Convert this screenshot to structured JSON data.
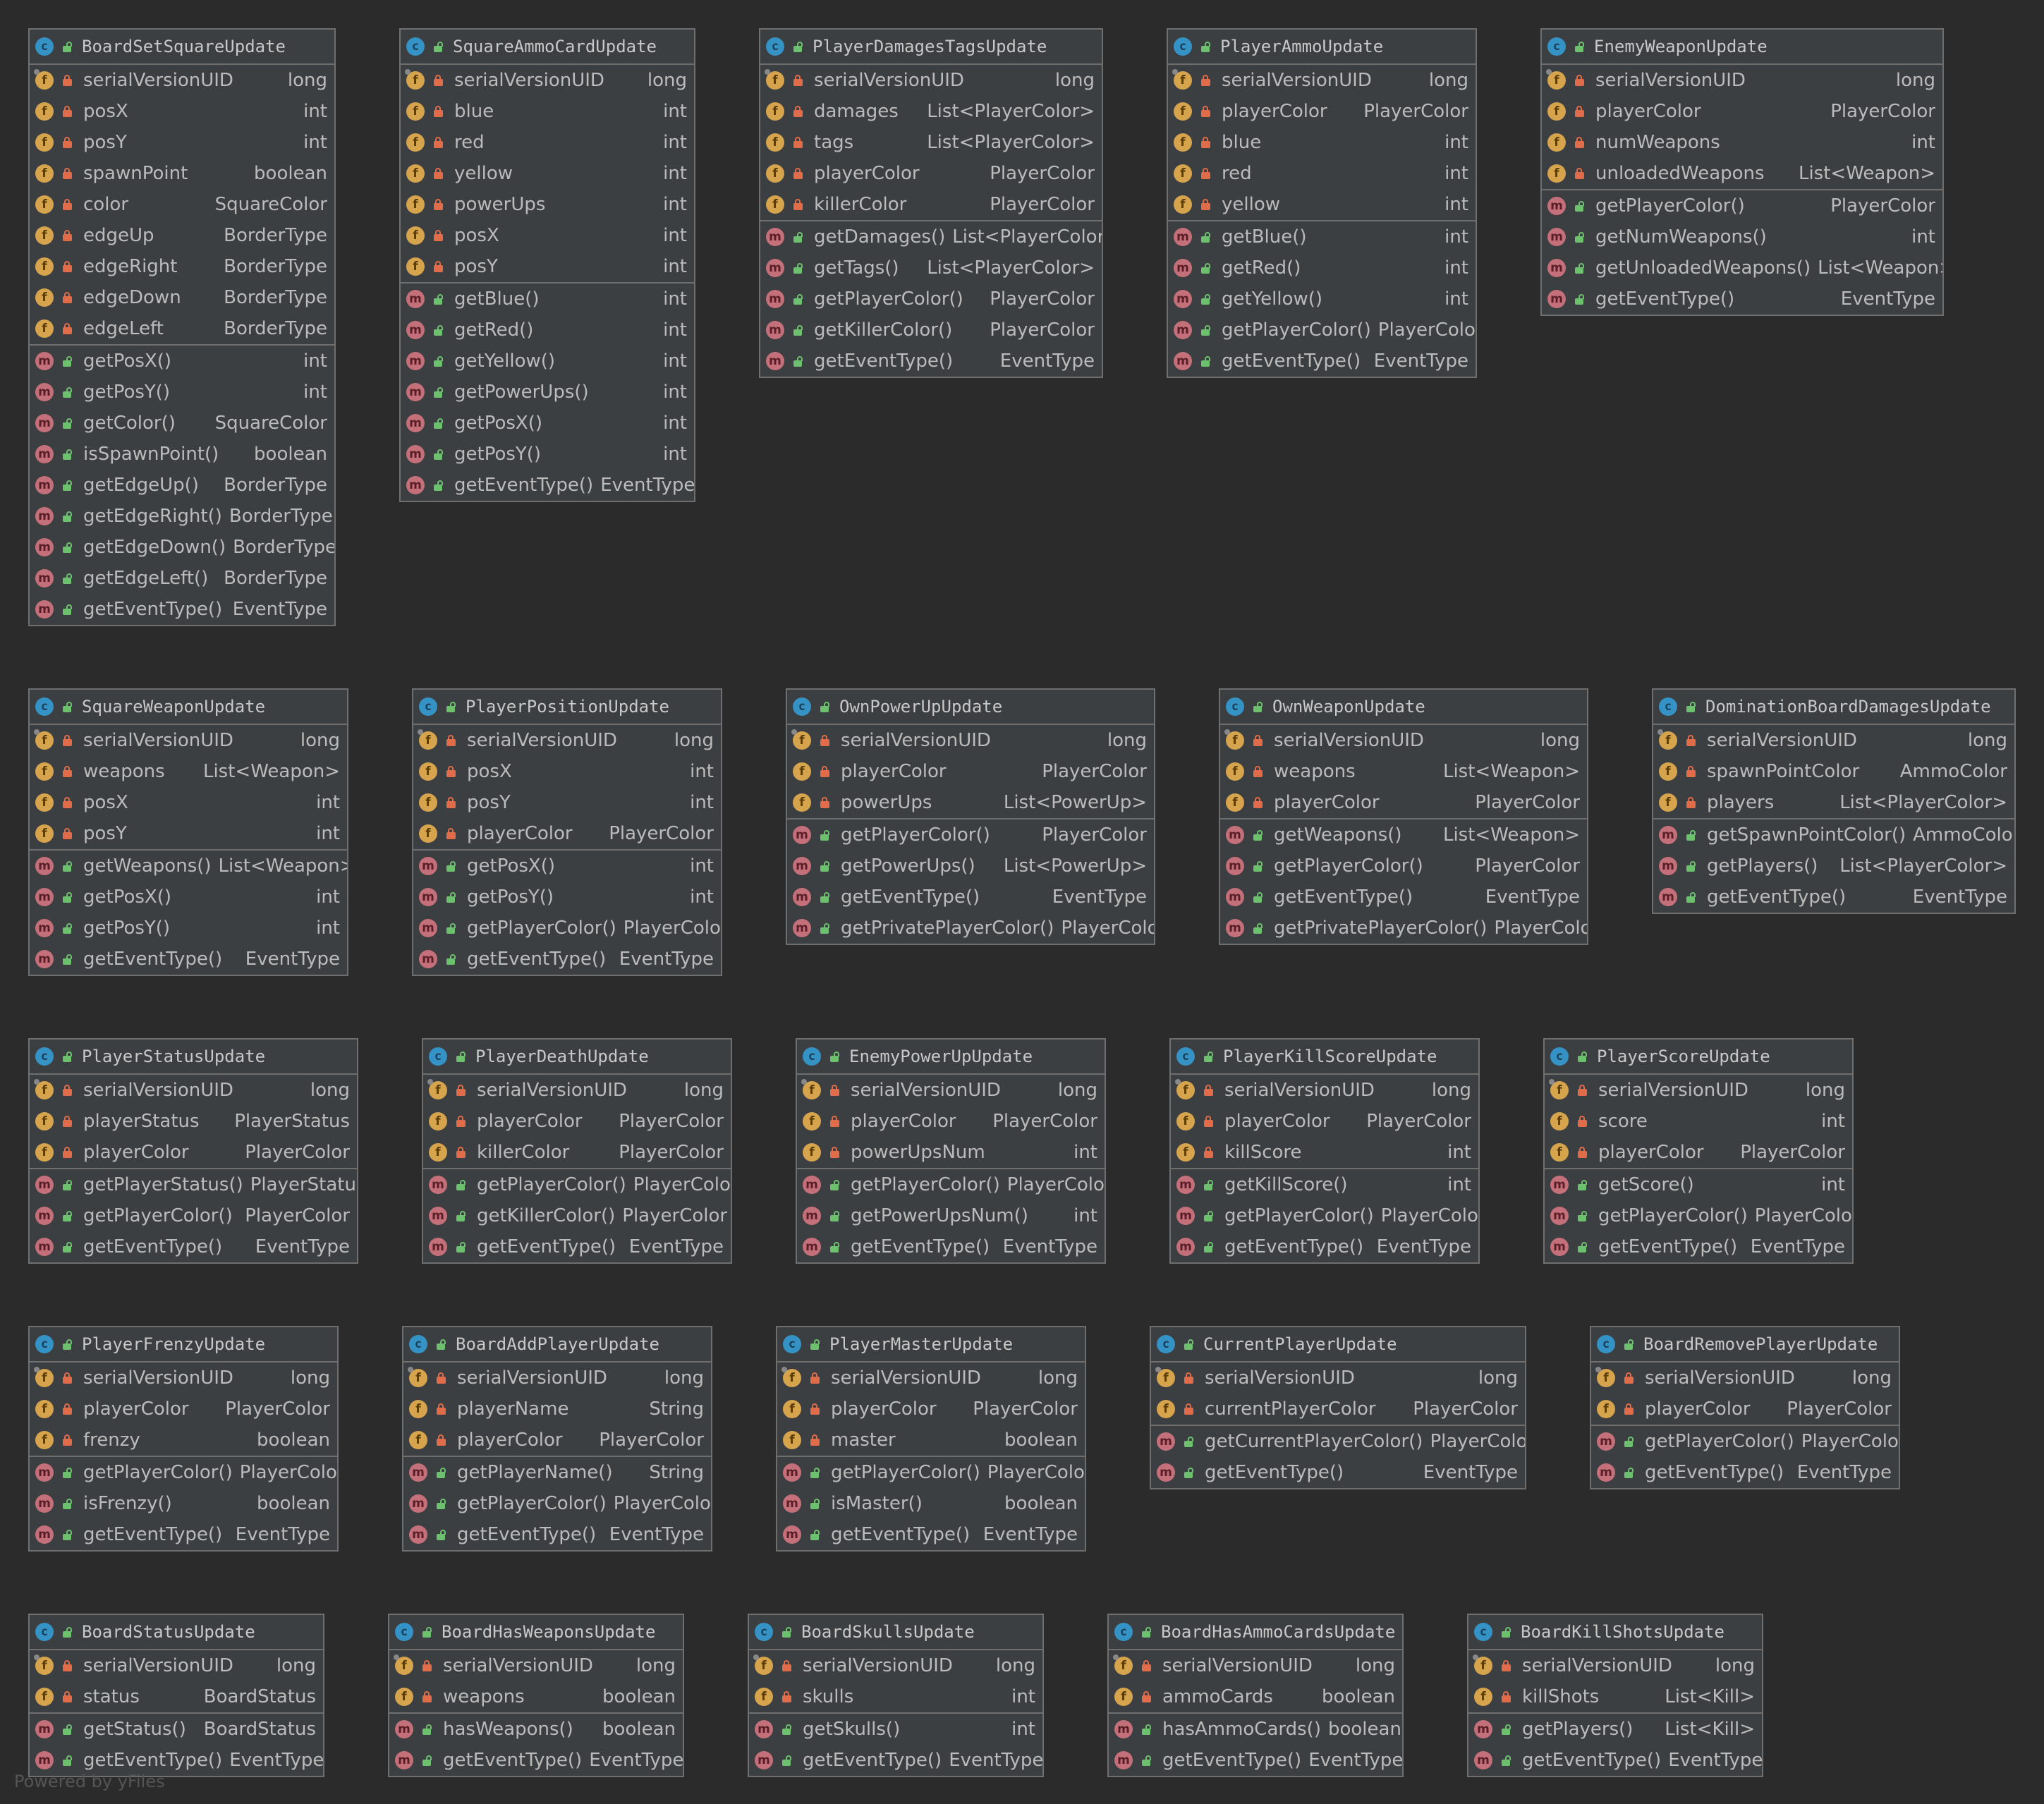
{
  "classes": [
    {
      "name": "BoardSetSquareUpdate",
      "fields": [
        [
          "serialVersionUID",
          "long"
        ],
        [
          "posX",
          "int"
        ],
        [
          "posY",
          "int"
        ],
        [
          "spawnPoint",
          "boolean"
        ],
        [
          "color",
          "SquareColor"
        ],
        [
          "edgeUp",
          "BorderType"
        ],
        [
          "edgeRight",
          "BorderType"
        ],
        [
          "edgeDown",
          "BorderType"
        ],
        [
          "edgeLeft",
          "BorderType"
        ]
      ],
      "methods": [
        [
          "getPosX()",
          "int"
        ],
        [
          "getPosY()",
          "int"
        ],
        [
          "getColor()",
          "SquareColor"
        ],
        [
          "isSpawnPoint()",
          "boolean"
        ],
        [
          "getEdgeUp()",
          "BorderType"
        ],
        [
          "getEdgeRight()",
          "BorderType"
        ],
        [
          "getEdgeDown()",
          "BorderType"
        ],
        [
          "getEdgeLeft()",
          "BorderType"
        ],
        [
          "getEventType()",
          "EventType"
        ]
      ]
    },
    {
      "name": "SquareAmmoCardUpdate",
      "fields": [
        [
          "serialVersionUID",
          "long"
        ],
        [
          "blue",
          "int"
        ],
        [
          "red",
          "int"
        ],
        [
          "yellow",
          "int"
        ],
        [
          "powerUps",
          "int"
        ],
        [
          "posX",
          "int"
        ],
        [
          "posY",
          "int"
        ]
      ],
      "methods": [
        [
          "getBlue()",
          "int"
        ],
        [
          "getRed()",
          "int"
        ],
        [
          "getYellow()",
          "int"
        ],
        [
          "getPowerUps()",
          "int"
        ],
        [
          "getPosX()",
          "int"
        ],
        [
          "getPosY()",
          "int"
        ],
        [
          "getEventType()",
          "EventType"
        ]
      ]
    },
    {
      "name": "PlayerDamagesTagsUpdate",
      "fields": [
        [
          "serialVersionUID",
          "long"
        ],
        [
          "damages",
          "List<PlayerColor>"
        ],
        [
          "tags",
          "List<PlayerColor>"
        ],
        [
          "playerColor",
          "PlayerColor"
        ],
        [
          "killerColor",
          "PlayerColor"
        ]
      ],
      "methods": [
        [
          "getDamages()",
          "List<PlayerColor>"
        ],
        [
          "getTags()",
          "List<PlayerColor>"
        ],
        [
          "getPlayerColor()",
          "PlayerColor"
        ],
        [
          "getKillerColor()",
          "PlayerColor"
        ],
        [
          "getEventType()",
          "EventType"
        ]
      ]
    },
    {
      "name": "PlayerAmmoUpdate",
      "fields": [
        [
          "serialVersionUID",
          "long"
        ],
        [
          "playerColor",
          "PlayerColor"
        ],
        [
          "blue",
          "int"
        ],
        [
          "red",
          "int"
        ],
        [
          "yellow",
          "int"
        ]
      ],
      "methods": [
        [
          "getBlue()",
          "int"
        ],
        [
          "getRed()",
          "int"
        ],
        [
          "getYellow()",
          "int"
        ],
        [
          "getPlayerColor()",
          "PlayerColor"
        ],
        [
          "getEventType()",
          "EventType"
        ]
      ]
    },
    {
      "name": "EnemyWeaponUpdate",
      "fields": [
        [
          "serialVersionUID",
          "long"
        ],
        [
          "playerColor",
          "PlayerColor"
        ],
        [
          "numWeapons",
          "int"
        ],
        [
          "unloadedWeapons",
          "List<Weapon>"
        ]
      ],
      "methods": [
        [
          "getPlayerColor()",
          "PlayerColor"
        ],
        [
          "getNumWeapons()",
          "int"
        ],
        [
          "getUnloadedWeapons()",
          "List<Weapon>"
        ],
        [
          "getEventType()",
          "EventType"
        ]
      ]
    },
    {
      "name": "SquareWeaponUpdate",
      "fields": [
        [
          "serialVersionUID",
          "long"
        ],
        [
          "weapons",
          "List<Weapon>"
        ],
        [
          "posX",
          "int"
        ],
        [
          "posY",
          "int"
        ]
      ],
      "methods": [
        [
          "getWeapons()",
          "List<Weapon>"
        ],
        [
          "getPosX()",
          "int"
        ],
        [
          "getPosY()",
          "int"
        ],
        [
          "getEventType()",
          "EventType"
        ]
      ]
    },
    {
      "name": "PlayerPositionUpdate",
      "fields": [
        [
          "serialVersionUID",
          "long"
        ],
        [
          "posX",
          "int"
        ],
        [
          "posY",
          "int"
        ],
        [
          "playerColor",
          "PlayerColor"
        ]
      ],
      "methods": [
        [
          "getPosX()",
          "int"
        ],
        [
          "getPosY()",
          "int"
        ],
        [
          "getPlayerColor()",
          "PlayerColor"
        ],
        [
          "getEventType()",
          "EventType"
        ]
      ]
    },
    {
      "name": "OwnPowerUpUpdate",
      "fields": [
        [
          "serialVersionUID",
          "long"
        ],
        [
          "playerColor",
          "PlayerColor"
        ],
        [
          "powerUps",
          "List<PowerUp>"
        ]
      ],
      "methods": [
        [
          "getPlayerColor()",
          "PlayerColor"
        ],
        [
          "getPowerUps()",
          "List<PowerUp>"
        ],
        [
          "getEventType()",
          "EventType"
        ],
        [
          "getPrivatePlayerColor()",
          "PlayerColor"
        ]
      ]
    },
    {
      "name": "OwnWeaponUpdate",
      "fields": [
        [
          "serialVersionUID",
          "long"
        ],
        [
          "weapons",
          "List<Weapon>"
        ],
        [
          "playerColor",
          "PlayerColor"
        ]
      ],
      "methods": [
        [
          "getWeapons()",
          "List<Weapon>"
        ],
        [
          "getPlayerColor()",
          "PlayerColor"
        ],
        [
          "getEventType()",
          "EventType"
        ],
        [
          "getPrivatePlayerColor()",
          "PlayerColor"
        ]
      ]
    },
    {
      "name": "DominationBoardDamagesUpdate",
      "fields": [
        [
          "serialVersionUID",
          "long"
        ],
        [
          "spawnPointColor",
          "AmmoColor"
        ],
        [
          "players",
          "List<PlayerColor>"
        ]
      ],
      "methods": [
        [
          "getSpawnPointColor()",
          "AmmoColor"
        ],
        [
          "getPlayers()",
          "List<PlayerColor>"
        ],
        [
          "getEventType()",
          "EventType"
        ]
      ]
    },
    {
      "name": "PlayerStatusUpdate",
      "fields": [
        [
          "serialVersionUID",
          "long"
        ],
        [
          "playerStatus",
          "PlayerStatus"
        ],
        [
          "playerColor",
          "PlayerColor"
        ]
      ],
      "methods": [
        [
          "getPlayerStatus()",
          "PlayerStatus"
        ],
        [
          "getPlayerColor()",
          "PlayerColor"
        ],
        [
          "getEventType()",
          "EventType"
        ]
      ]
    },
    {
      "name": "PlayerDeathUpdate",
      "fields": [
        [
          "serialVersionUID",
          "long"
        ],
        [
          "playerColor",
          "PlayerColor"
        ],
        [
          "killerColor",
          "PlayerColor"
        ]
      ],
      "methods": [
        [
          "getPlayerColor()",
          "PlayerColor"
        ],
        [
          "getKillerColor()",
          "PlayerColor"
        ],
        [
          "getEventType()",
          "EventType"
        ]
      ]
    },
    {
      "name": "EnemyPowerUpUpdate",
      "fields": [
        [
          "serialVersionUID",
          "long"
        ],
        [
          "playerColor",
          "PlayerColor"
        ],
        [
          "powerUpsNum",
          "int"
        ]
      ],
      "methods": [
        [
          "getPlayerColor()",
          "PlayerColor"
        ],
        [
          "getPowerUpsNum()",
          "int"
        ],
        [
          "getEventType()",
          "EventType"
        ]
      ]
    },
    {
      "name": "PlayerKillScoreUpdate",
      "fields": [
        [
          "serialVersionUID",
          "long"
        ],
        [
          "playerColor",
          "PlayerColor"
        ],
        [
          "killScore",
          "int"
        ]
      ],
      "methods": [
        [
          "getKillScore()",
          "int"
        ],
        [
          "getPlayerColor()",
          "PlayerColor"
        ],
        [
          "getEventType()",
          "EventType"
        ]
      ]
    },
    {
      "name": "PlayerScoreUpdate",
      "fields": [
        [
          "serialVersionUID",
          "long"
        ],
        [
          "score",
          "int"
        ],
        [
          "playerColor",
          "PlayerColor"
        ]
      ],
      "methods": [
        [
          "getScore()",
          "int"
        ],
        [
          "getPlayerColor()",
          "PlayerColor"
        ],
        [
          "getEventType()",
          "EventType"
        ]
      ]
    },
    {
      "name": "PlayerFrenzyUpdate",
      "fields": [
        [
          "serialVersionUID",
          "long"
        ],
        [
          "playerColor",
          "PlayerColor"
        ],
        [
          "frenzy",
          "boolean"
        ]
      ],
      "methods": [
        [
          "getPlayerColor()",
          "PlayerColor"
        ],
        [
          "isFrenzy()",
          "boolean"
        ],
        [
          "getEventType()",
          "EventType"
        ]
      ]
    },
    {
      "name": "BoardAddPlayerUpdate",
      "fields": [
        [
          "serialVersionUID",
          "long"
        ],
        [
          "playerName",
          "String"
        ],
        [
          "playerColor",
          "PlayerColor"
        ]
      ],
      "methods": [
        [
          "getPlayerName()",
          "String"
        ],
        [
          "getPlayerColor()",
          "PlayerColor"
        ],
        [
          "getEventType()",
          "EventType"
        ]
      ]
    },
    {
      "name": "PlayerMasterUpdate",
      "fields": [
        [
          "serialVersionUID",
          "long"
        ],
        [
          "playerColor",
          "PlayerColor"
        ],
        [
          "master",
          "boolean"
        ]
      ],
      "methods": [
        [
          "getPlayerColor()",
          "PlayerColor"
        ],
        [
          "isMaster()",
          "boolean"
        ],
        [
          "getEventType()",
          "EventType"
        ]
      ]
    },
    {
      "name": "CurrentPlayerUpdate",
      "fields": [
        [
          "serialVersionUID",
          "long"
        ],
        [
          "currentPlayerColor",
          "PlayerColor"
        ]
      ],
      "methods": [
        [
          "getCurrentPlayerColor()",
          "PlayerColor"
        ],
        [
          "getEventType()",
          "EventType"
        ]
      ]
    },
    {
      "name": "BoardRemovePlayerUpdate",
      "fields": [
        [
          "serialVersionUID",
          "long"
        ],
        [
          "playerColor",
          "PlayerColor"
        ]
      ],
      "methods": [
        [
          "getPlayerColor()",
          "PlayerColor"
        ],
        [
          "getEventType()",
          "EventType"
        ]
      ]
    },
    {
      "name": "BoardStatusUpdate",
      "fields": [
        [
          "serialVersionUID",
          "long"
        ],
        [
          "status",
          "BoardStatus"
        ]
      ],
      "methods": [
        [
          "getStatus()",
          "BoardStatus"
        ],
        [
          "getEventType()",
          "EventType"
        ]
      ]
    },
    {
      "name": "BoardHasWeaponsUpdate",
      "fields": [
        [
          "serialVersionUID",
          "long"
        ],
        [
          "weapons",
          "boolean"
        ]
      ],
      "methods": [
        [
          "hasWeapons()",
          "boolean"
        ],
        [
          "getEventType()",
          "EventType"
        ]
      ]
    },
    {
      "name": "BoardSkullsUpdate",
      "fields": [
        [
          "serialVersionUID",
          "long"
        ],
        [
          "skulls",
          "int"
        ]
      ],
      "methods": [
        [
          "getSkulls()",
          "int"
        ],
        [
          "getEventType()",
          "EventType"
        ]
      ]
    },
    {
      "name": "BoardHasAmmoCardsUpdate",
      "fields": [
        [
          "serialVersionUID",
          "long"
        ],
        [
          "ammoCards",
          "boolean"
        ]
      ],
      "methods": [
        [
          "hasAmmoCards()",
          "boolean"
        ],
        [
          "getEventType()",
          "EventType"
        ]
      ]
    },
    {
      "name": "BoardKillShotsUpdate",
      "fields": [
        [
          "serialVersionUID",
          "long"
        ],
        [
          "killShots",
          "List<Kill>"
        ]
      ],
      "methods": [
        [
          "getPlayers()",
          "List<Kill>"
        ],
        [
          "getEventType()",
          "EventType"
        ]
      ]
    }
  ],
  "footer": "Powered by yFiles"
}
